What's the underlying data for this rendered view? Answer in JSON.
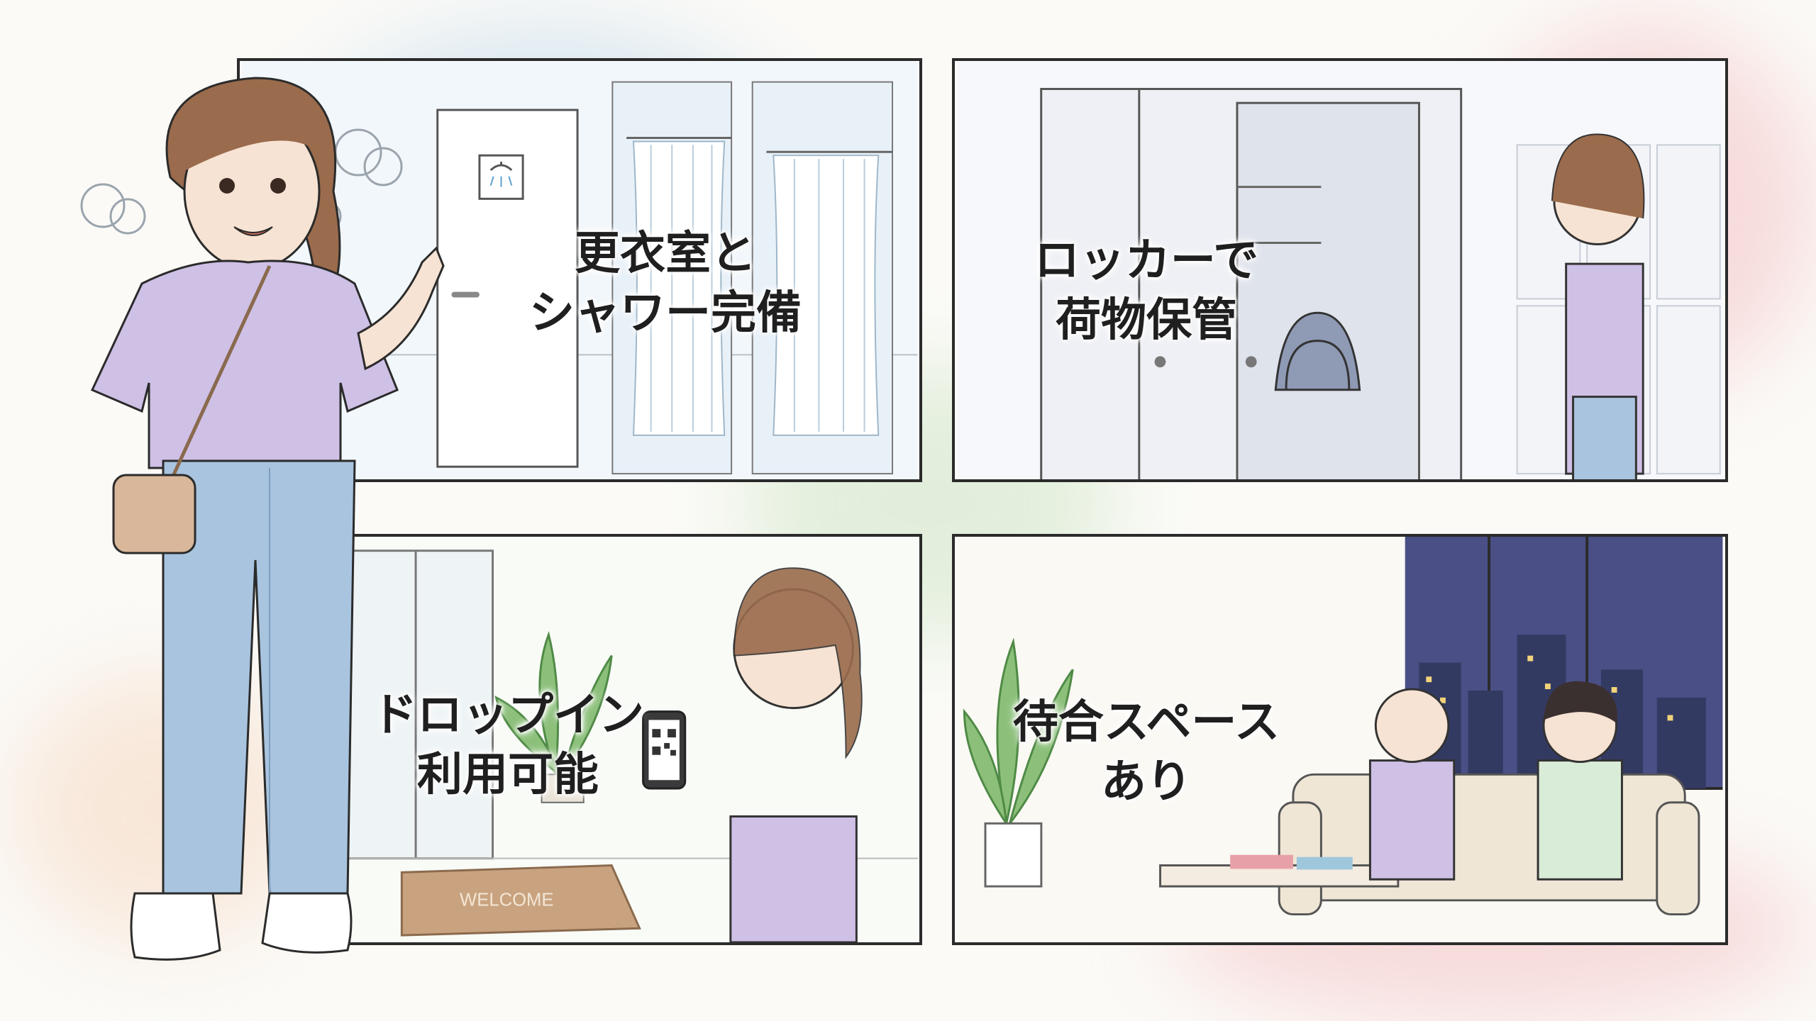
{
  "panels": {
    "changing": {
      "line1": "更衣室と",
      "line2": "シャワー完備"
    },
    "locker": {
      "line1": "ロッカーで",
      "line2": "荷物保管"
    },
    "dropin": {
      "line1": "ドロップイン",
      "line2": "利用可能",
      "mat_text": "WELCOME"
    },
    "waiting": {
      "line1": "待合スペース",
      "line2": "あり"
    }
  },
  "colors": {
    "outline": "#2b2b2b",
    "shirt": "#cfc0e6",
    "jeans": "#a9c4df",
    "hair": "#9a6b4c",
    "sky": "#4a4f86",
    "plant": "#7fb86a",
    "wash_blue": "#bcd8ec",
    "wash_pink": "#f3c2c4",
    "wash_green": "#cfe6c6"
  }
}
